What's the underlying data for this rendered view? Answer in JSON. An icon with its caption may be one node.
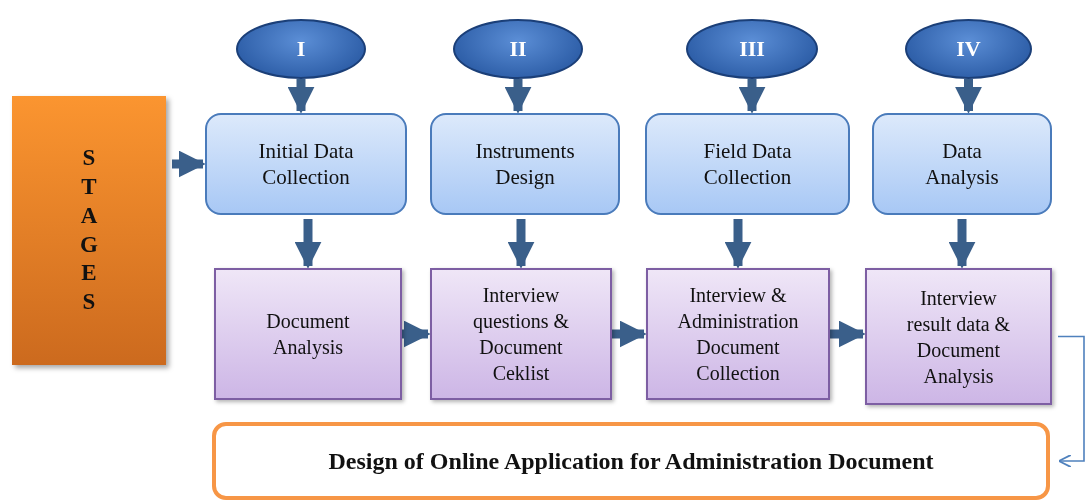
{
  "diagram": {
    "nodes": [
      {
        "text": [
          "STAGES"
        ]
      },
      {
        "text": [
          "I"
        ]
      },
      {
        "text": [
          "II"
        ]
      },
      {
        "text": [
          "III"
        ]
      },
      {
        "text": [
          "IV"
        ]
      },
      {
        "text": [
          "Initial Data Collection"
        ]
      },
      {
        "text": [
          "Instruments Design"
        ]
      },
      {
        "text": [
          "Field Data Collection"
        ]
      },
      {
        "text": [
          "Data Analysis"
        ]
      },
      {
        "text": [
          "Document Analysis"
        ]
      },
      {
        "text": [
          "Interview questions & Document Ceklist"
        ]
      },
      {
        "text": [
          "Interview & Administration Document Collection"
        ]
      },
      {
        "text": [
          "Interview result data & Document Analysis"
        ]
      },
      {
        "text": [
          "Design of Online Application for Administration Document"
        ]
      }
    ],
    "edges": [
      {
        "from": 0,
        "to": 5,
        "arrow": "to"
      },
      {
        "from": 1,
        "to": 5,
        "arrow": "to"
      },
      {
        "from": 2,
        "to": 6,
        "arrow": "to"
      },
      {
        "from": 3,
        "to": 7,
        "arrow": "to"
      },
      {
        "from": 4,
        "to": 8,
        "arrow": "to"
      },
      {
        "from": 5,
        "to": 9,
        "arrow": "to"
      },
      {
        "from": 6,
        "to": 10,
        "arrow": "to"
      },
      {
        "from": 7,
        "to": 11,
        "arrow": "to"
      },
      {
        "from": 8,
        "to": 12,
        "arrow": "to"
      },
      {
        "from": 9,
        "to": 10,
        "arrow": "to"
      },
      {
        "from": 10,
        "to": 11,
        "arrow": "to"
      },
      {
        "from": 11,
        "to": 12,
        "arrow": "to"
      },
      {
        "from": 12,
        "to": 13,
        "arrow": "to",
        "color": "#4f81bd"
      }
    ]
  }
}
